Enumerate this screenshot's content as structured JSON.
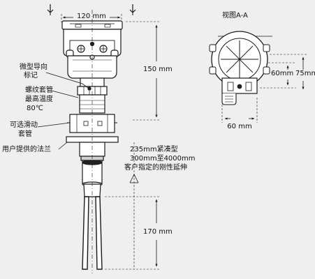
{
  "labels": {
    "dim_top_width": "120 mm",
    "dim_head_height": "150 mm",
    "micro_guide_line1": "微型导向",
    "micro_guide_line2": "标记",
    "thread_line1": "螺纹套管",
    "thread_line2": "最高温度",
    "thread_line3": "80℃",
    "sliding_line1": "可选滑动",
    "sliding_line2": "套管",
    "flange": "用户提供的法兰",
    "variant_line1": "235mm紧凑型",
    "variant_line2": "300mm至4000mm",
    "variant_line3": "客户指定的刚性延伸",
    "dim_tine": "170 mm",
    "view_title": "视图A-A",
    "dim_side_60": "60mm",
    "dim_side_75": "75mm",
    "dim_bottom_60": "60 mm"
  },
  "colors": {
    "line": "#1a1a1a",
    "housing_fill": "#ffffff",
    "dark_fill": "#222222",
    "background": "#efefef"
  }
}
